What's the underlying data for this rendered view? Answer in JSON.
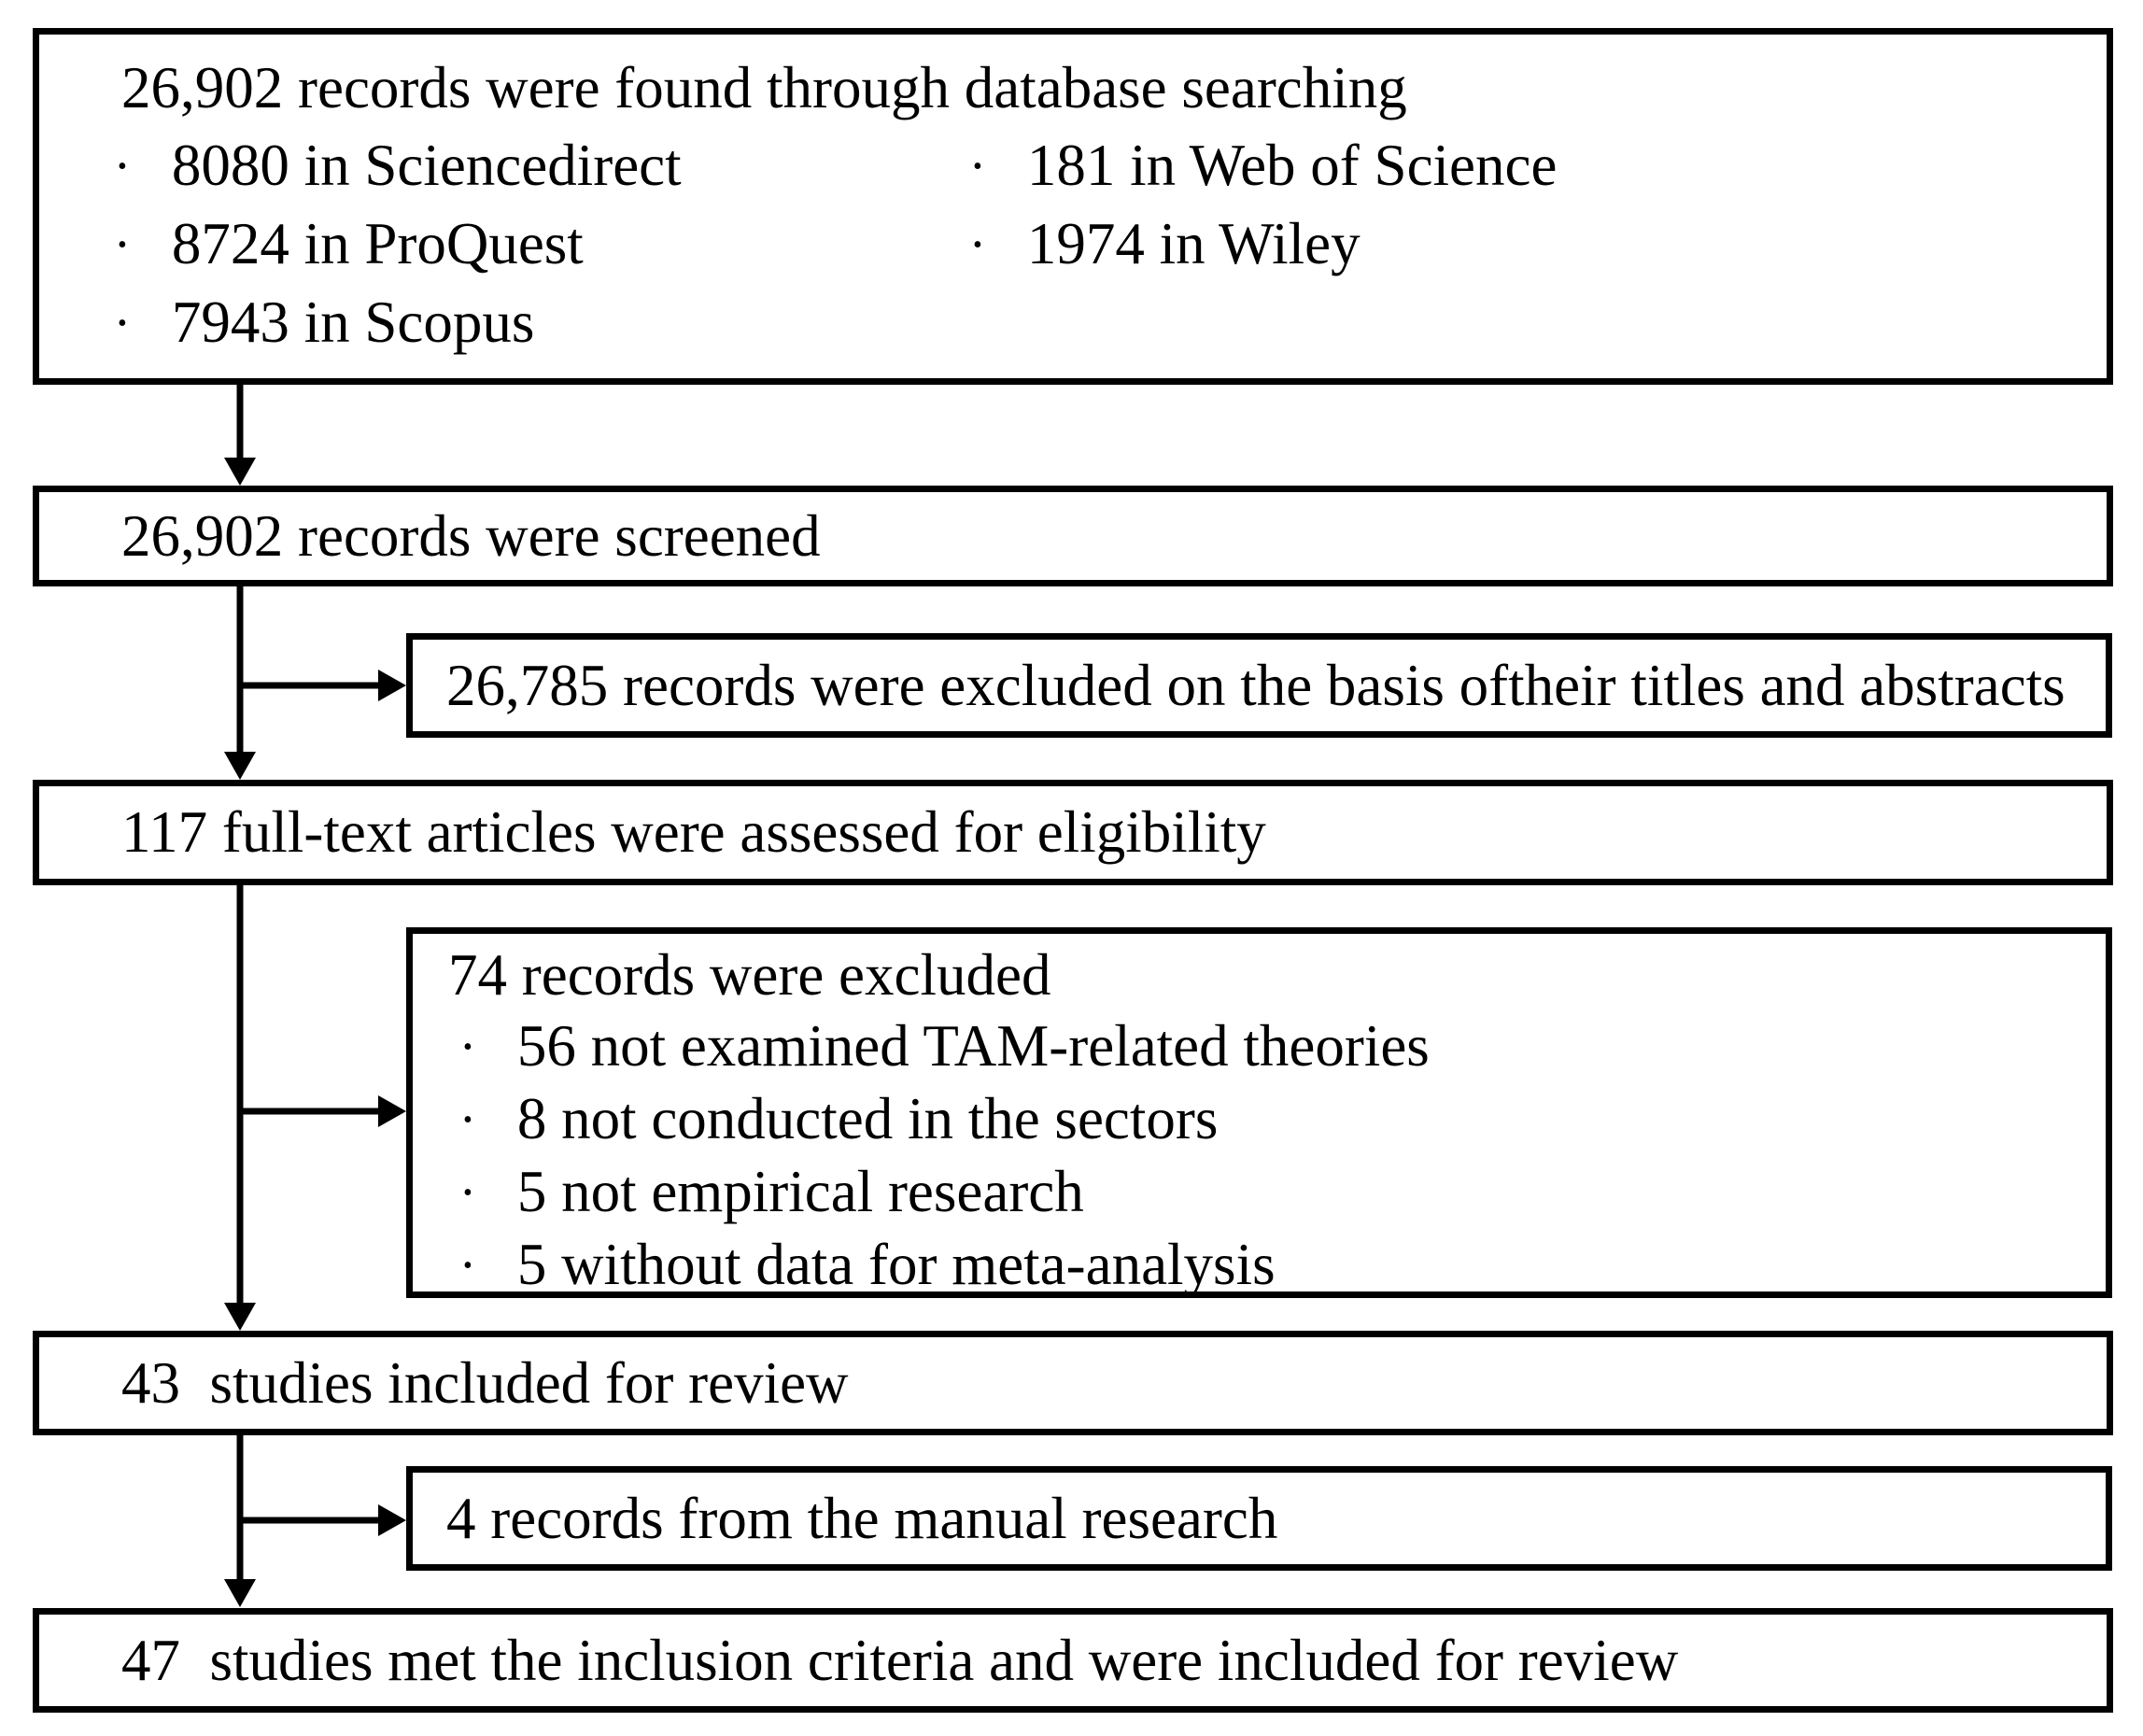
{
  "ui": {
    "bullet_char": "•"
  },
  "colors": {
    "line": "#000000",
    "border": "#000000",
    "text": "#000000",
    "background": "#ffffff"
  },
  "flow": {
    "found": {
      "title": "26,902 records were found through database searching",
      "col1": [
        "8080 in Sciencedirect",
        "8724 in ProQuest",
        "7943 in Scopus"
      ],
      "col2": [
        "181 in Web of Science",
        "1974 in Wiley"
      ]
    },
    "screened": {
      "text": "26,902 records were screened"
    },
    "excluded_screening": {
      "text": "26,785 records were excluded on the basis oftheir titles and abstracts"
    },
    "eligibility": {
      "text": "117 full-text articles were assessed for eligibility"
    },
    "excluded_fulltext": {
      "title": "74 records were excluded",
      "reasons": [
        "56 not examined TAM-related theories",
        "8 not conducted in the sectors",
        "5 not empirical research",
        "5 without data for meta-analysis"
      ]
    },
    "review": {
      "text": "43  studies included for review"
    },
    "manual": {
      "text": "4 records from the manual research"
    },
    "final": {
      "text": "47  studies met the inclusion criteria and were included for review"
    }
  }
}
